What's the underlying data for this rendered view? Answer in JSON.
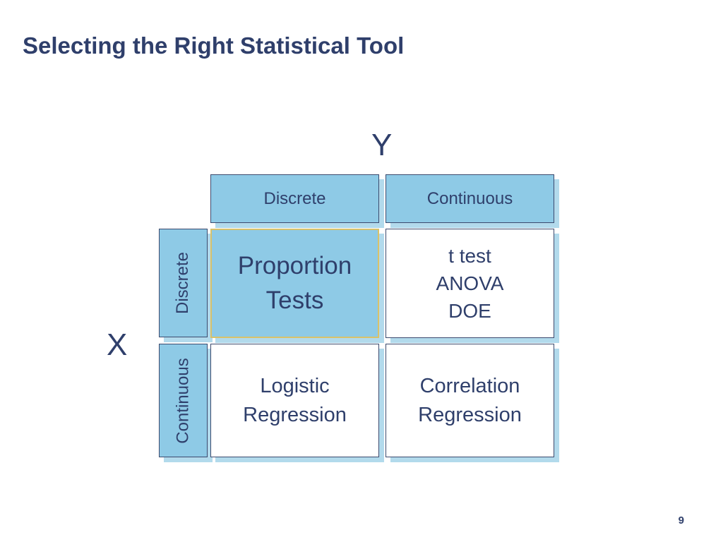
{
  "slide": {
    "title": "Selecting the Right Statistical Tool",
    "page_number": "9"
  },
  "axes": {
    "y_label": "Y",
    "x_label": "X"
  },
  "columns": {
    "discrete": "Discrete",
    "continuous": "Continuous"
  },
  "rows": {
    "discrete": "Discrete",
    "continuous": "Continuous"
  },
  "cells": {
    "discrete_discrete": [
      "Proportion",
      "Tests"
    ],
    "discrete_continuous": [
      "t test",
      "ANOVA",
      "DOE"
    ],
    "continuous_discrete": [
      "Logistic",
      "Regression"
    ],
    "continuous_continuous": [
      "Correlation",
      "Regression"
    ]
  },
  "colors": {
    "title": "#2f3f6b",
    "header_fill": "#8ecae6",
    "shadow": "#b2daec",
    "highlight_border": "#d9c26a"
  }
}
